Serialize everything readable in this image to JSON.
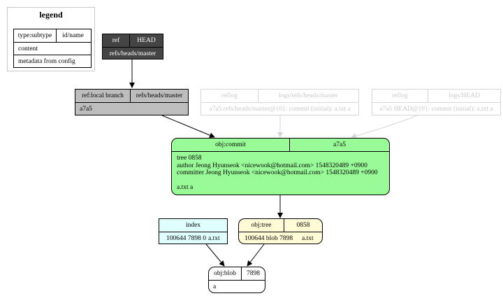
{
  "legend": {
    "title": "legend",
    "type_subtype": "type:subtype",
    "id_name": "id/name",
    "content": "content",
    "metadata": "metadata from config"
  },
  "ref_head": {
    "type": "ref",
    "name": "HEAD",
    "content": "refs/heads/master"
  },
  "branch": {
    "type": "ref:local branch",
    "name": "refs/heads/master",
    "content": "a7a5"
  },
  "reflog_master": {
    "type": "reflog",
    "name": "logs/refs/heads/master",
    "content": "a7a5 refs/heads/master@{0}: commit (initial): a.txt a"
  },
  "reflog_head": {
    "type": "reflog",
    "name": "logs/HEAD",
    "content": "a7a5 HEAD@{0}: commit (initial): a.txt a"
  },
  "commit": {
    "type": "obj:commit",
    "id": "a7a5",
    "tree": "tree 0858",
    "author": "author Jeong Hyunseok <nicewook@hotmail.com> 1548320489 +0900",
    "committer": "committer Jeong Hyunseok <nicewook@hotmail.com> 1548320489 +0900",
    "message": "a.txt a"
  },
  "index": {
    "title": "index",
    "entry_left": "100644 7898 0",
    "entry_right": "a.txt"
  },
  "tree": {
    "type": "obj:tree",
    "id": "0858",
    "entry_left": "100644 blob 7898",
    "entry_right": "a.txt"
  },
  "blob": {
    "type": "obj:blob",
    "id": "7898",
    "content": "a"
  },
  "colors": {
    "ref": "#444444",
    "branch": "#bdbdbd",
    "commit": "#98fb98",
    "index": "#e0ffff",
    "tree": "#fffbd6",
    "blob": "#ffffff",
    "faded": "#d6d6d6"
  }
}
